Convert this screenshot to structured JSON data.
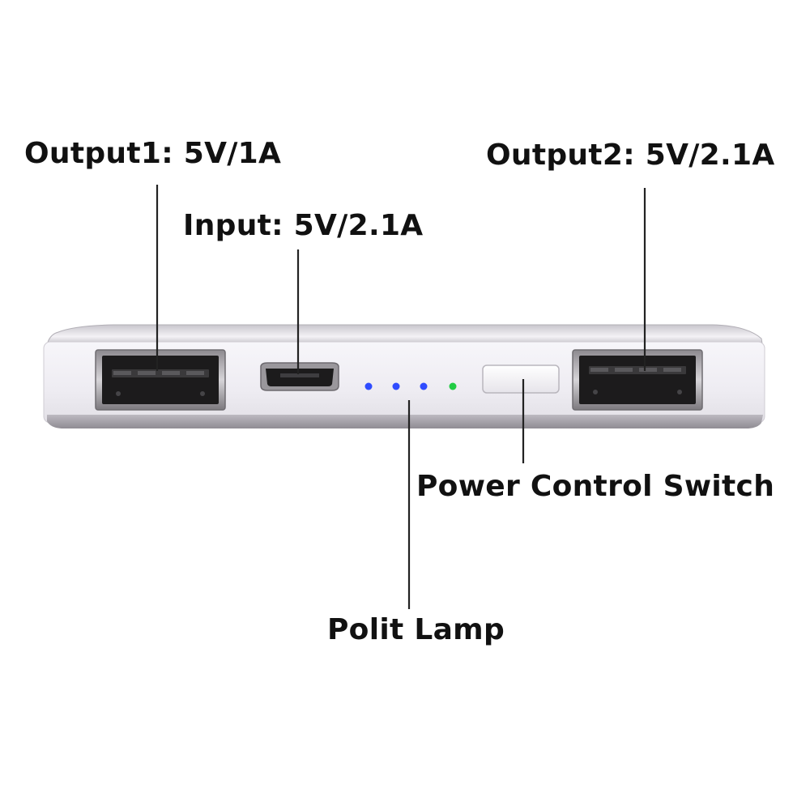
{
  "labels": {
    "output1": "Output1: 5V/1A",
    "input": "Input: 5V/2.1A",
    "output2": "Output2: 5V/2.1A",
    "power_switch": "Power Control Switch",
    "pilot_lamp": "Polit Lamp"
  },
  "indicator_leds": [
    {
      "color": "#2f4cff"
    },
    {
      "color": "#2f4cff"
    },
    {
      "color": "#2f4cff"
    },
    {
      "color": "#22cc44"
    }
  ],
  "colors": {
    "background": "#ffffff",
    "label_text": "#111111",
    "leader_line": "#222222",
    "device_body": "#f2f0f6",
    "device_shell": "#d9d6dd",
    "port_dark": "#1c1b1c"
  }
}
